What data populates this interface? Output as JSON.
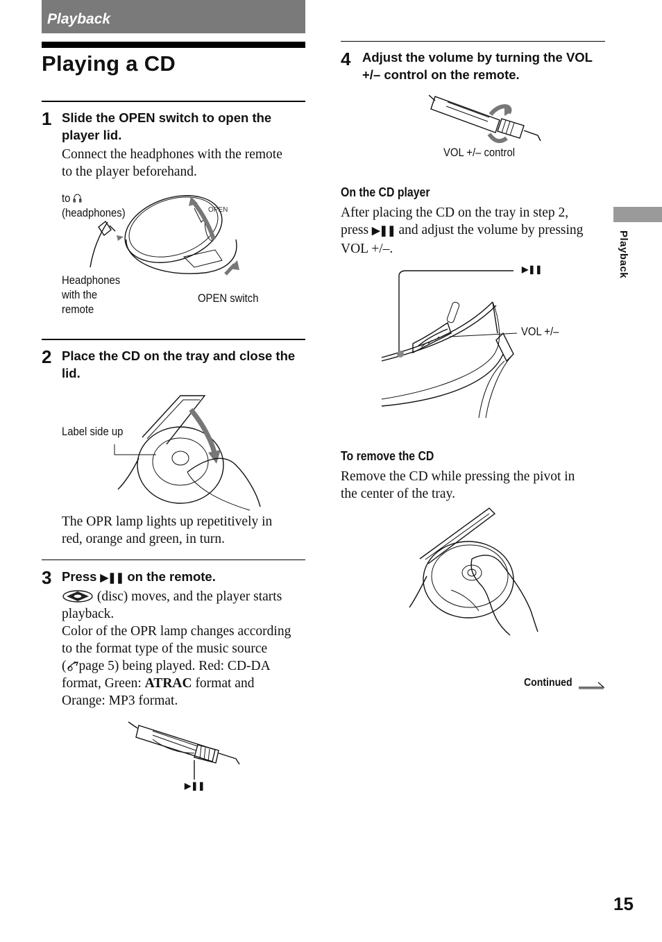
{
  "section": {
    "label": "Playback"
  },
  "page_title": "Playing a CD",
  "steps": [
    {
      "number": "1",
      "title": "Slide the OPEN switch to open the player lid.",
      "body": [
        "Connect the headphones with the remote",
        "to the player beforehand."
      ],
      "labels": {
        "to_headphones_line1": "to",
        "to_headphones_line2": "(headphones)",
        "headphones_remote": [
          "Headphones",
          "with the",
          "remote"
        ],
        "open_switch": "OPEN switch"
      }
    },
    {
      "number": "2",
      "title": "Place the CD on the tray and close the lid.",
      "labels": {
        "label_side_up": "Label side up"
      },
      "body": [
        "The OPR lamp lights up repetitively in",
        "red, orange and green, in turn."
      ]
    },
    {
      "number": "3",
      "title_prefix": "Press",
      "title_suffix": "on the remote.",
      "body_disc": "(disc) moves, and the player starts",
      "body_lines": [
        "playback.",
        "Color of the OPR lamp changes according",
        "to the format type of the music source"
      ],
      "page_ref": "page 5) being played. Red: CD-DA",
      "format_line_prefix": "format, Green:",
      "atrac": "ATRAC",
      "format_line_suffix": "format and",
      "last_line": "Orange: MP3 format."
    },
    {
      "number": "4",
      "title": "Adjust the volume by turning the VOL +/– control on the remote.",
      "labels": {
        "vol_control": "VOL +/– control"
      }
    }
  ],
  "on_cd_player": {
    "heading": "On the CD player",
    "line1": "After placing the CD on the tray in step 2,",
    "line2_prefix": "press",
    "line2_suffix": "and adjust the volume by pressing",
    "line3": "VOL +/–.",
    "labels": {
      "vol": "VOL +/–"
    }
  },
  "remove_cd": {
    "heading": "To remove the CD",
    "body": [
      "Remove the CD while pressing the pivot in",
      "the center of the tray."
    ]
  },
  "continued": "Continued",
  "side_tab": "Playback",
  "page_number": "15",
  "colors": {
    "section_bar": "#7a7a7a",
    "side_tab": "#9a9a9a"
  },
  "icons": [
    "play-pause-icon",
    "headphones-icon",
    "disc-icon",
    "page-reference-icon",
    "continued-arrow-icon"
  ]
}
